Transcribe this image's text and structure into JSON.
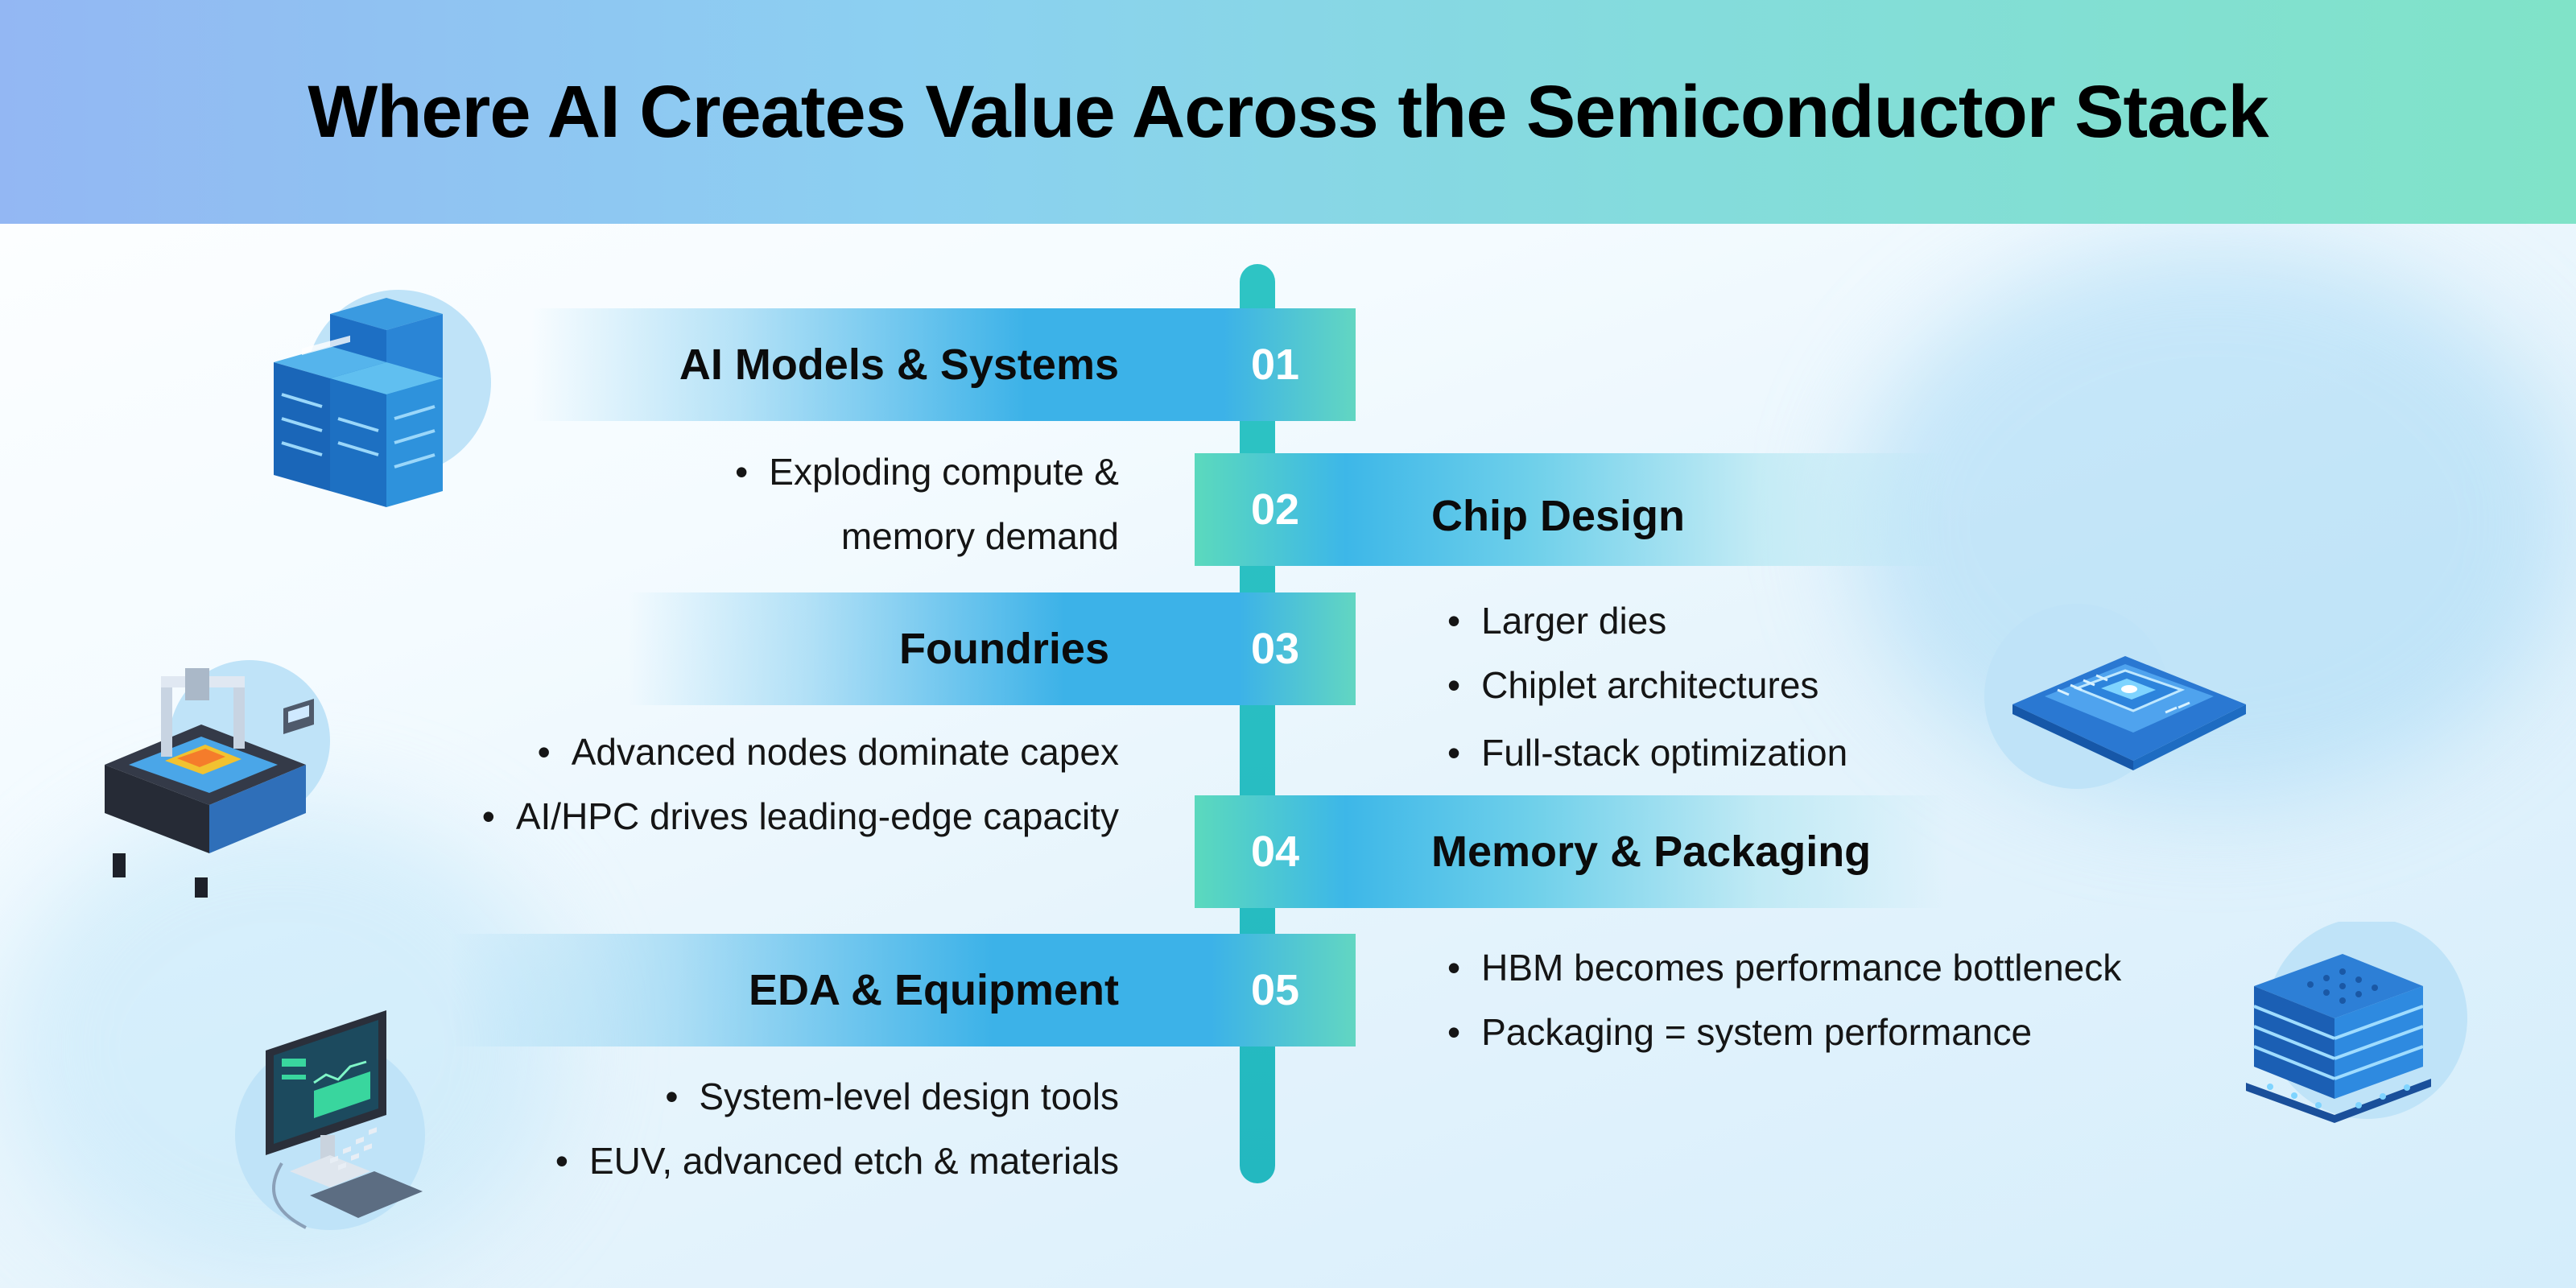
{
  "title": "Where AI Creates Value Across the Semiconductor Stack",
  "bullet_glyph": "•",
  "colors": {
    "header_gradient": [
      "#93b7f3",
      "#80e3c8"
    ],
    "band_blue": "#3cb2e8",
    "band_teal": "#5bd9bd",
    "spine": "#2ec4c4"
  },
  "stages": [
    {
      "number": "01",
      "heading": "AI Models & Systems",
      "bullets": [
        "Exploding compute &",
        "memory demand"
      ],
      "icon": "server-racks-icon"
    },
    {
      "number": "02",
      "heading": "Chip Design",
      "bullets": [
        "Larger dies",
        "Chiplet architectures",
        "Full-stack optimization"
      ],
      "icon": "cpu-chip-icon"
    },
    {
      "number": "03",
      "heading": "Foundries",
      "bullets": [
        "Advanced nodes dominate capex",
        "AI/HPC drives leading-edge capacity"
      ],
      "icon": "wafer-fab-machine-icon"
    },
    {
      "number": "04",
      "heading": "Memory & Packaging",
      "bullets": [
        "HBM becomes performance bottleneck",
        "Packaging = system performance"
      ],
      "icon": "stacked-memory-icon"
    },
    {
      "number": "05",
      "heading": "EDA & Equipment",
      "bullets": [
        "System-level design tools",
        "EUV, advanced etch & materials"
      ],
      "icon": "eda-workstation-icon"
    }
  ]
}
